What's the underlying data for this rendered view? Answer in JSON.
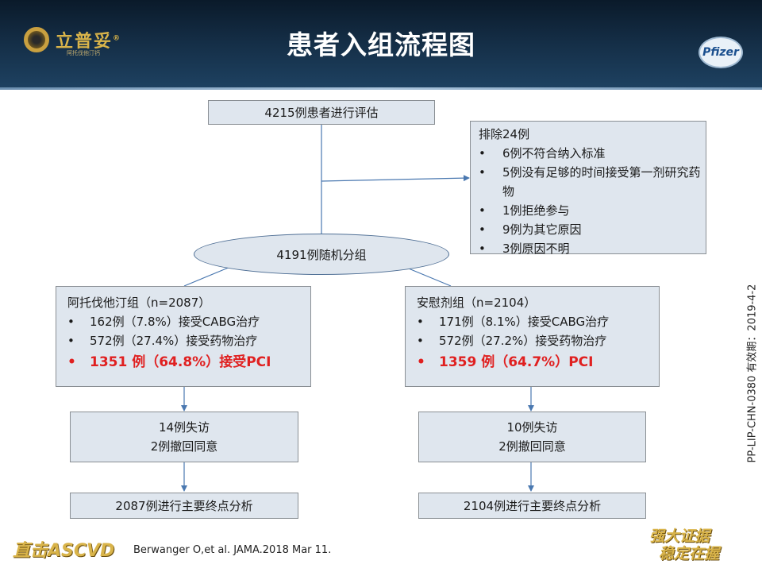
{
  "title": "患者入组流程图",
  "logos": {
    "left_brand": "立普妥",
    "left_brand_mark": "®",
    "left_sub": "阿托伐他汀钙",
    "right_brand": "Pfizer",
    "bottom_left": "直击ASCVD",
    "bottom_right_line1": "强大证据",
    "bottom_right_line2": "稳定在握"
  },
  "flow": {
    "assessed": "4215例患者进行评估",
    "excluded": {
      "title": "排除24例",
      "items": [
        "6例不符合纳入标准",
        "5例没有足够的时间接受第一剂研究药物",
        "1例拒绝参与",
        "9例为其它原因",
        "3例原因不明"
      ]
    },
    "randomized": "4191例随机分组",
    "atorvastatin": {
      "title": "阿托伐他汀组（n=2087）",
      "items": [
        "162例（7.8%）接受CABG治疗",
        "572例（27.4%）接受药物治疗"
      ],
      "highlight": "1351 例（64.8%）接受PCI"
    },
    "placebo": {
      "title": "安慰剂组（n=2104）",
      "items": [
        "171例（8.1%）接受CABG治疗",
        "572例（27.2%）接受药物治疗"
      ],
      "highlight": "1359 例（64.7%）PCI"
    },
    "atorvastatin_loss": {
      "line1": "14例失访",
      "line2": "2例撤回同意"
    },
    "placebo_loss": {
      "line1": "10例失访",
      "line2": "2例撤回同意"
    },
    "atorvastatin_analysis": "2087例进行主要终点分析",
    "placebo_analysis": "2104例进行主要终点分析"
  },
  "side_code": "PP-LIP-CHN-0380   有效期：2019-4-2",
  "citation": "Berwanger O,et al. JAMA.2018 Mar 11.",
  "colors": {
    "header": "#142d45",
    "box_fill": "#dfe6ee",
    "box_border": "#8a8f94",
    "arrow": "#4a78b0",
    "highlight": "#e02020"
  }
}
